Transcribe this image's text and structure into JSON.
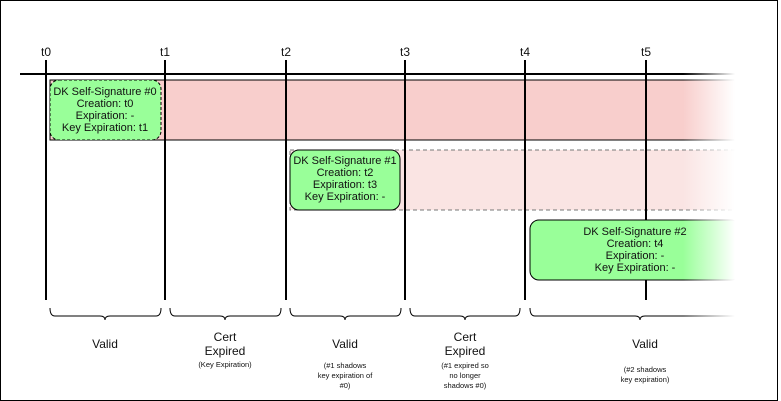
{
  "timeline": {
    "ticks": [
      "t0",
      "t1",
      "t2",
      "t3",
      "t4",
      "t5"
    ]
  },
  "signatures": [
    {
      "title": "DK Self-Signature #0",
      "creation": "Creation: t0",
      "expiration": "Expiration: -",
      "key_expiration": "Key Expiration: t1"
    },
    {
      "title": "DK Self-Signature #1",
      "creation": "Creation: t2",
      "expiration": "Expiration: t3",
      "key_expiration": "Key Expiration: -"
    },
    {
      "title": "DK Self-Signature #2",
      "creation": "Creation: t4",
      "expiration": "Expiration: -",
      "key_expiration": "Key Expiration: -"
    }
  ],
  "periods": [
    {
      "label1": "Valid",
      "label2": "",
      "notes": []
    },
    {
      "label1": "Cert",
      "label2": "Expired",
      "notes": [
        "(Key Expiration)"
      ]
    },
    {
      "label1": "Valid",
      "label2": "",
      "notes": [
        "(#1 shadows",
        "key expiration of",
        "#0)"
      ]
    },
    {
      "label1": "Cert",
      "label2": "Expired",
      "notes": [
        "(#1 expired so",
        "no longer",
        "shadows #0)"
      ]
    },
    {
      "label1": "Valid",
      "label2": "",
      "notes": [
        "(#2 shadows",
        "key expiration)"
      ]
    }
  ],
  "colors": {
    "signature_box": "#99ff99",
    "key_validity_bar": "#f8cecc",
    "cert_validity_bar": "#fae4e3",
    "line": "#000000"
  }
}
